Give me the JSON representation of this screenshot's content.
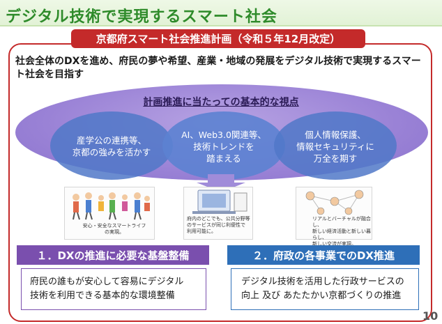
{
  "slide": {
    "title": "デジタル技術で実現するスマート社会",
    "page_number": "10"
  },
  "plan": {
    "banner": "京都府スマート社会推進計画（令和５年12月改定）",
    "vision": "社会全体のDXを進め、府民の夢や希望、産業・地域の発展をデジタル技術で実現するスマート社会を目指す"
  },
  "viewpoints": {
    "title": "計画推進に当たっての基本的な視点",
    "items": [
      {
        "text": "産学公の連携等、\n京都の強みを活かす"
      },
      {
        "text": "AI、Web3.0関連等、\n技術トレンドを\n踏まえる"
      },
      {
        "text": "個人情報保護、\n情報セキュリティに\n万全を期す"
      }
    ]
  },
  "illustrations": [
    {
      "caption": "安心・安全なスマートライフ\nの実現。"
    },
    {
      "caption": "府内のどこでも、公共分野等\nのサービスが同じ利便性で\n利用可能に。"
    },
    {
      "caption": "リアルとバーチャルが融合し、\n新しい経済活動と新しい暮らし、\n新しい交流が実現。"
    }
  ],
  "sections": [
    {
      "header": "１．DXの推進に必要な基盤整備",
      "body": "府民の誰もが安心して容易にデジタル\n技術を利用できる基本的な環境整備",
      "color": "#7a4fae"
    },
    {
      "header": "２．府政の各事業でのDX推進",
      "body": "デジタル技術を活用した行政サービスの\n向上 及び あたたかい京都づくりの推進",
      "color": "#2e6fb8"
    }
  ],
  "colors": {
    "title_green": "#2e8b2a",
    "frame_red": "#c42a2a",
    "ellipse_purple": "#9a82d6",
    "circle_blue": "#5078c8"
  }
}
